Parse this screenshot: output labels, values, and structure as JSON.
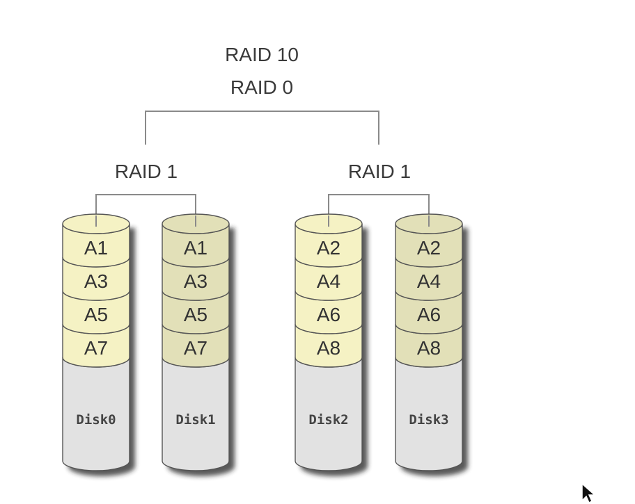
{
  "diagram": {
    "top_label_1": "RAID 10",
    "top_label_2": "RAID 0",
    "groups": [
      {
        "label": "RAID 1",
        "disks": [
          {
            "name": "Disk0",
            "blocks": [
              "A1",
              "A3",
              "A5",
              "A7"
            ]
          },
          {
            "name": "Disk1",
            "blocks": [
              "A1",
              "A3",
              "A5",
              "A7"
            ]
          }
        ]
      },
      {
        "label": "RAID 1",
        "disks": [
          {
            "name": "Disk2",
            "blocks": [
              "A2",
              "A4",
              "A6",
              "A8"
            ]
          },
          {
            "name": "Disk3",
            "blocks": [
              "A2",
              "A4",
              "A6",
              "A8"
            ]
          }
        ]
      }
    ]
  },
  "colors": {
    "data_band": "#f5f2c4",
    "data_band_alt": "#e2e0b8",
    "empty_body": "#e2e2e2",
    "connector": "#8a8a8a",
    "shadow": "#222222"
  },
  "icons": {
    "cursor": "mouse-pointer-icon"
  }
}
